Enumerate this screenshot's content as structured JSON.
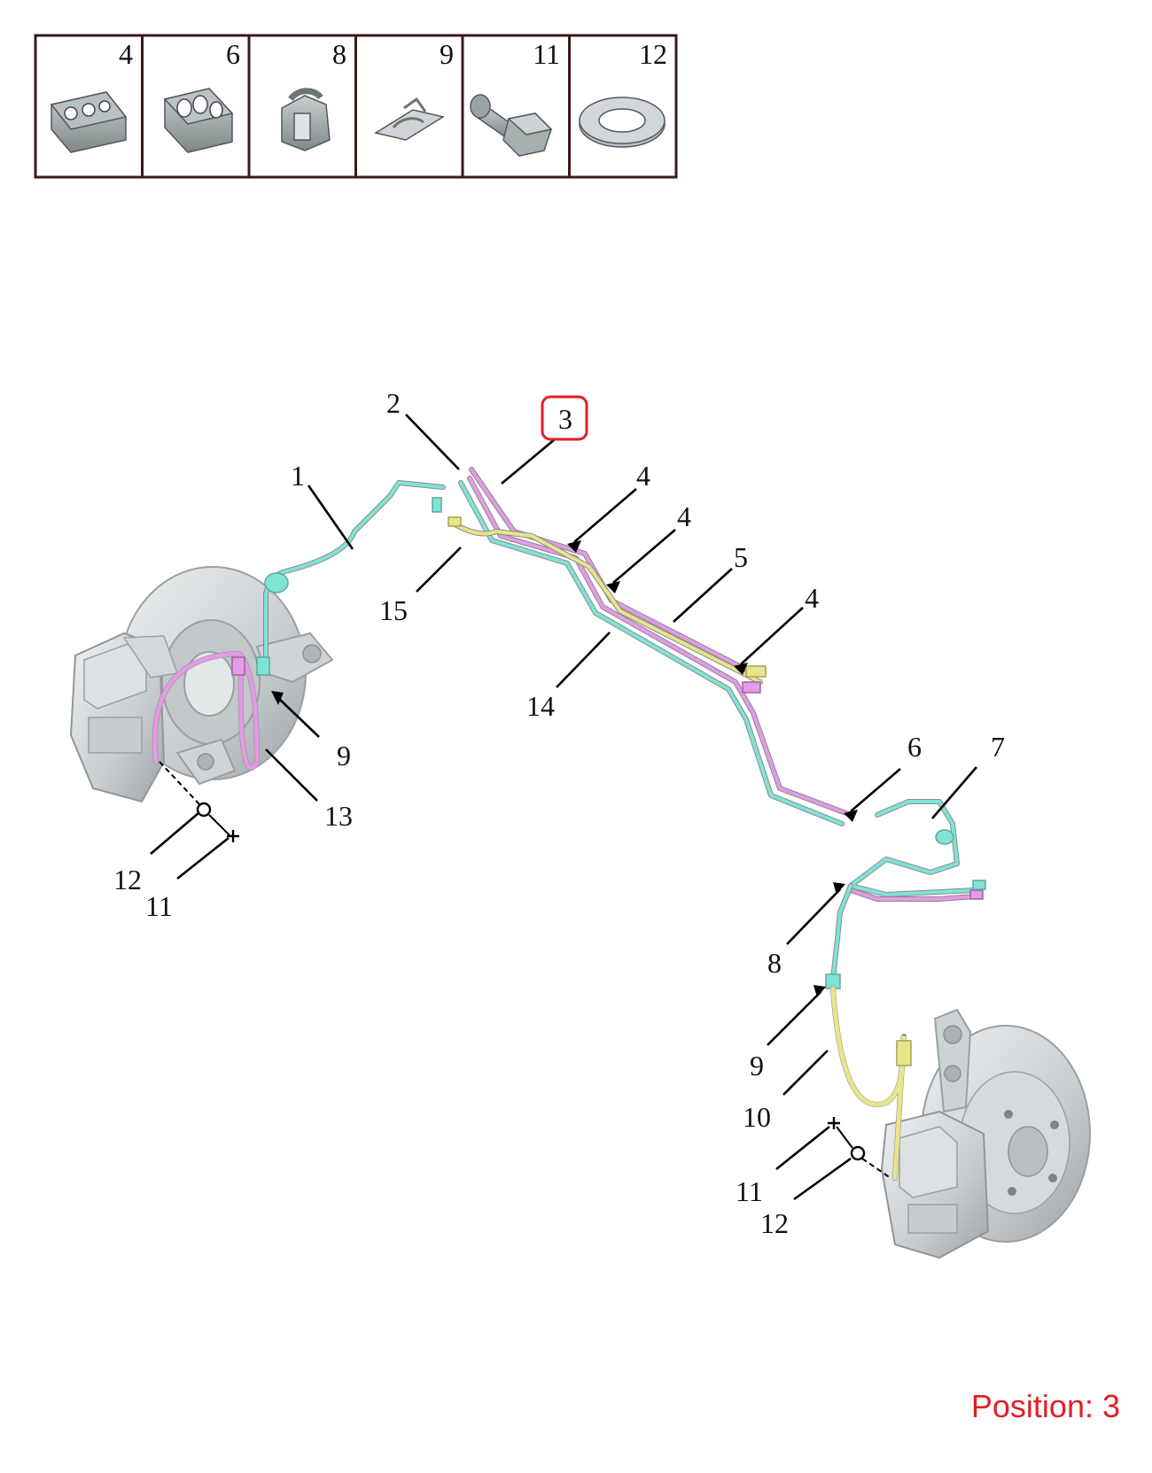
{
  "parts_table": {
    "cells": [
      {
        "number": "4",
        "icon": "double-pipe-clip-icon"
      },
      {
        "number": "6",
        "icon": "triple-pipe-clip-icon"
      },
      {
        "number": "8",
        "icon": "hose-clip-icon"
      },
      {
        "number": "9",
        "icon": "spring-clip-icon"
      },
      {
        "number": "11",
        "icon": "banjo-bolt-icon"
      },
      {
        "number": "12",
        "icon": "sealing-washer-icon"
      }
    ]
  },
  "callouts": {
    "c1": "1",
    "c2": "2",
    "c3": "3",
    "c4a": "4",
    "c4b": "4",
    "c4c": "4",
    "c5": "5",
    "c6": "6",
    "c7": "7",
    "c8": "8",
    "c9a": "9",
    "c9b": "9",
    "c10": "10",
    "c11a": "11",
    "c11b": "11",
    "c12a": "12",
    "c12b": "12",
    "c13": "13",
    "c14": "14",
    "c15": "15"
  },
  "highlight": {
    "callout": "3",
    "color": "#e31e24"
  },
  "position_label": "Position: 3",
  "colors": {
    "pipe_cyan": "#7fe3d6",
    "pipe_pink": "#e39be6",
    "pipe_yellow": "#e8e58a",
    "metal": "#d6dadb",
    "accent": "#e31e24"
  }
}
